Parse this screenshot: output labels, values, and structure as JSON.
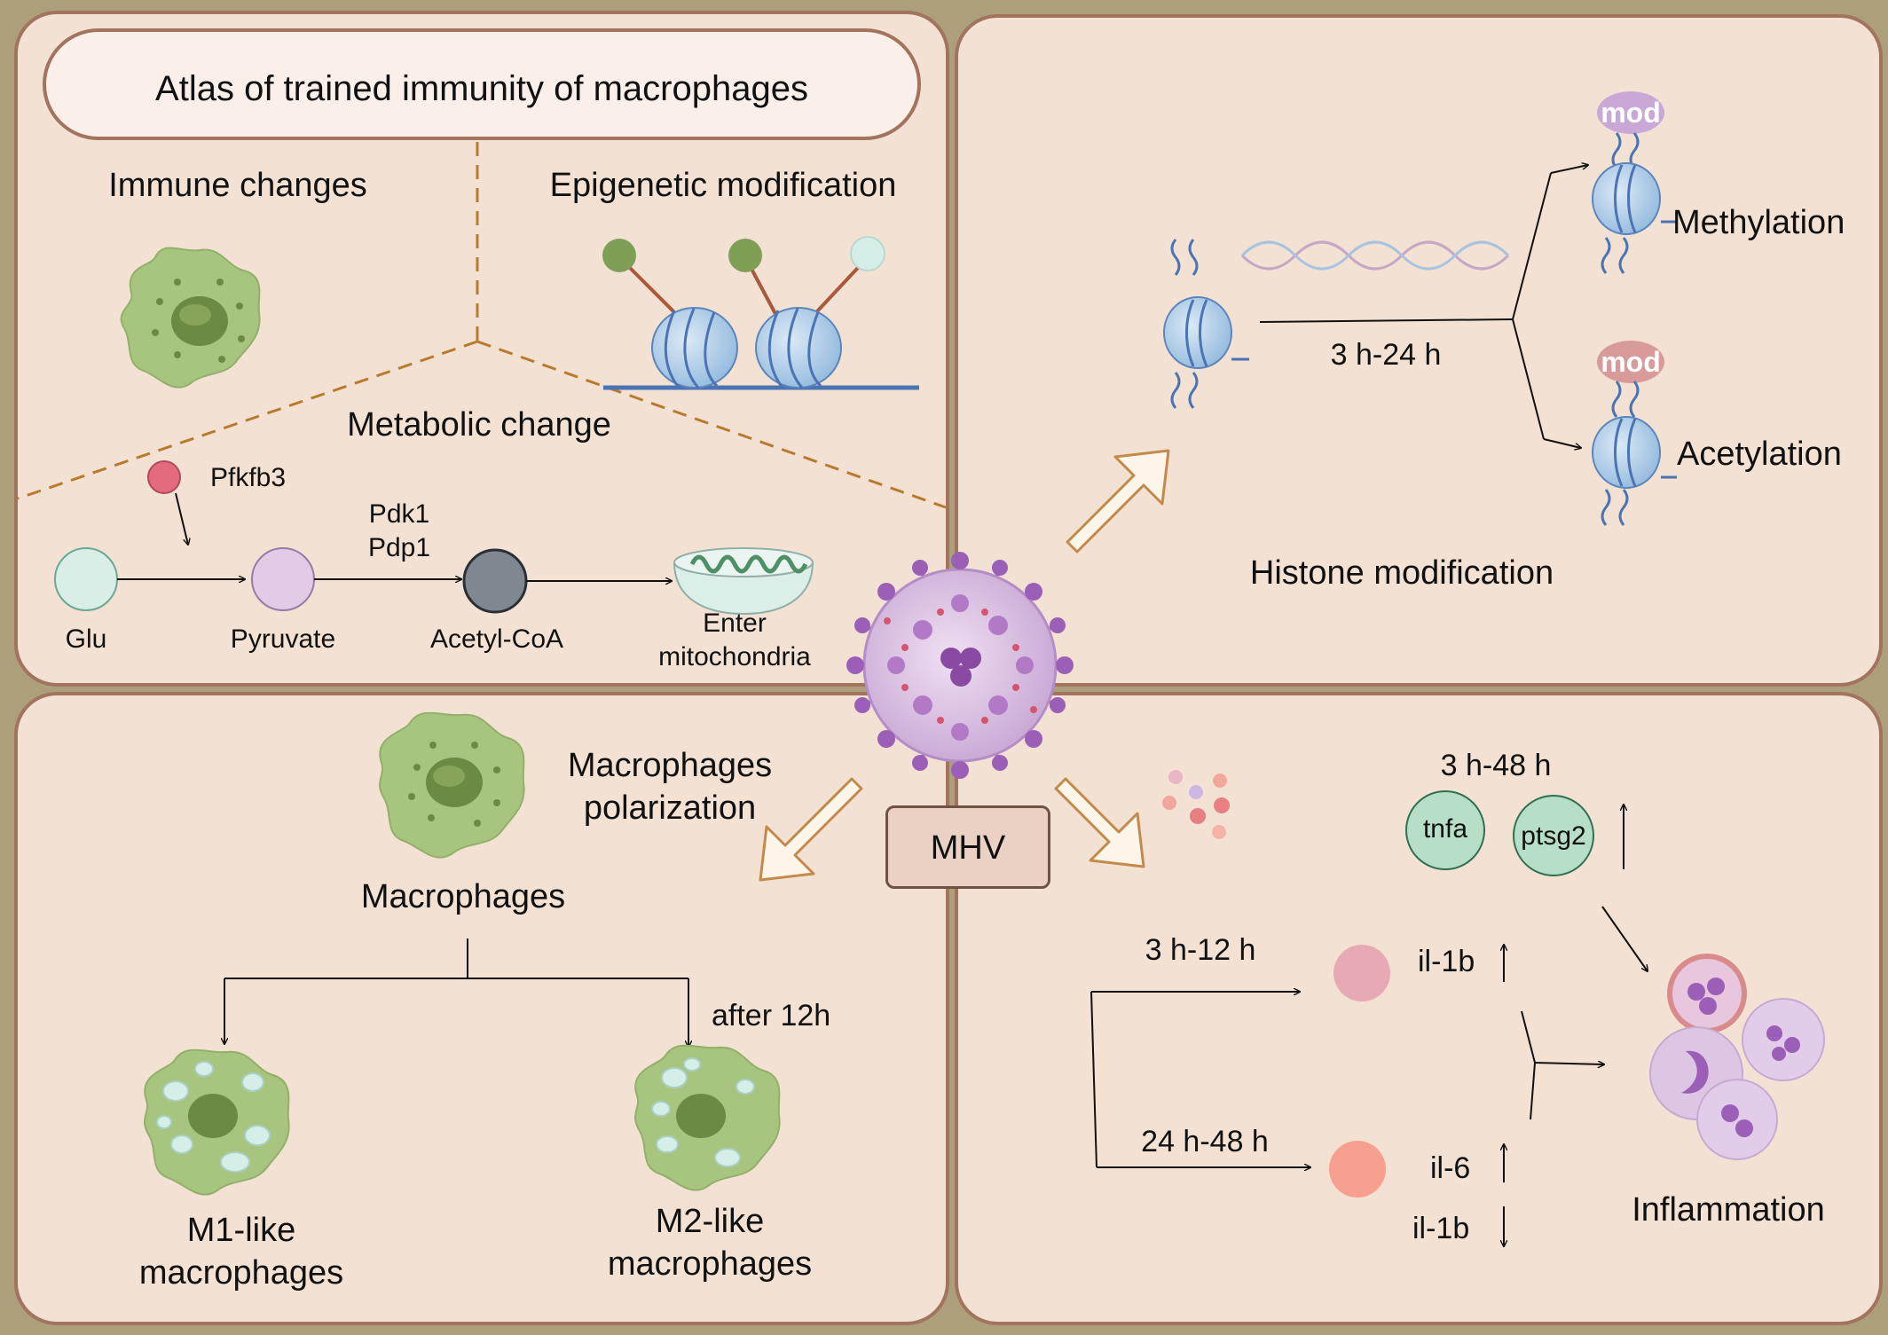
{
  "title": "Atlas of trained immunity of macrophages",
  "top_left": {
    "immune_changes": "Immune changes",
    "epigenetic_modification": "Epigenetic modification",
    "metabolic_change": "Metabolic change",
    "pathway": {
      "regulator": "Pfkfb3",
      "enzymes": [
        "Pdk1",
        "Pdp1"
      ],
      "steps": [
        "Glu",
        "Pyruvate",
        "Acetyl-CoA"
      ],
      "endpoint": [
        "Enter",
        "mitochondria"
      ]
    }
  },
  "top_right": {
    "time": "3 h-24 h",
    "mod_tag": "mod",
    "methylation": "Methylation",
    "acetylation": "Acetylation",
    "caption": "Histone modification"
  },
  "center": {
    "virus": "MHV"
  },
  "bottom_left": {
    "polarization": [
      "Macrophages",
      "polarization"
    ],
    "macrophages": "Macrophages",
    "after": "after 12h",
    "m1": [
      "M1-like",
      "macrophages"
    ],
    "m2": [
      "M2-like",
      "macrophages"
    ]
  },
  "bottom_right": {
    "time_top": "3 h-48 h",
    "genes": [
      "tnfa",
      "ptsg2"
    ],
    "time_mid": "3 h-12 h",
    "il1b_up": "il-1b",
    "time_low": "24 h-48 h",
    "il6": "il-6",
    "il1b_down": "il-1b",
    "inflammation": "Inflammation"
  },
  "colors": {
    "background": "#ad9e7c",
    "panel": "#f3e2d3",
    "panel_border": "#a2745e",
    "dashed_divider": "#b97a2d",
    "cell_green": "#a8c580",
    "nucleosome_blue": "#a9cbe8",
    "virus_purple": "#c9a7d6",
    "mod_purple": "#c9a8d8",
    "mod_pink": "#d99a9a",
    "glu": "#d9eee6",
    "pyruvate": "#e2cbe6",
    "acetyl_coa": "#7f8890",
    "pfkfb3": "#e46a7e",
    "gene_circle": "#b7dfc8",
    "il1b_cell": "#e7aab5",
    "il6_cell": "#f7a08f"
  }
}
